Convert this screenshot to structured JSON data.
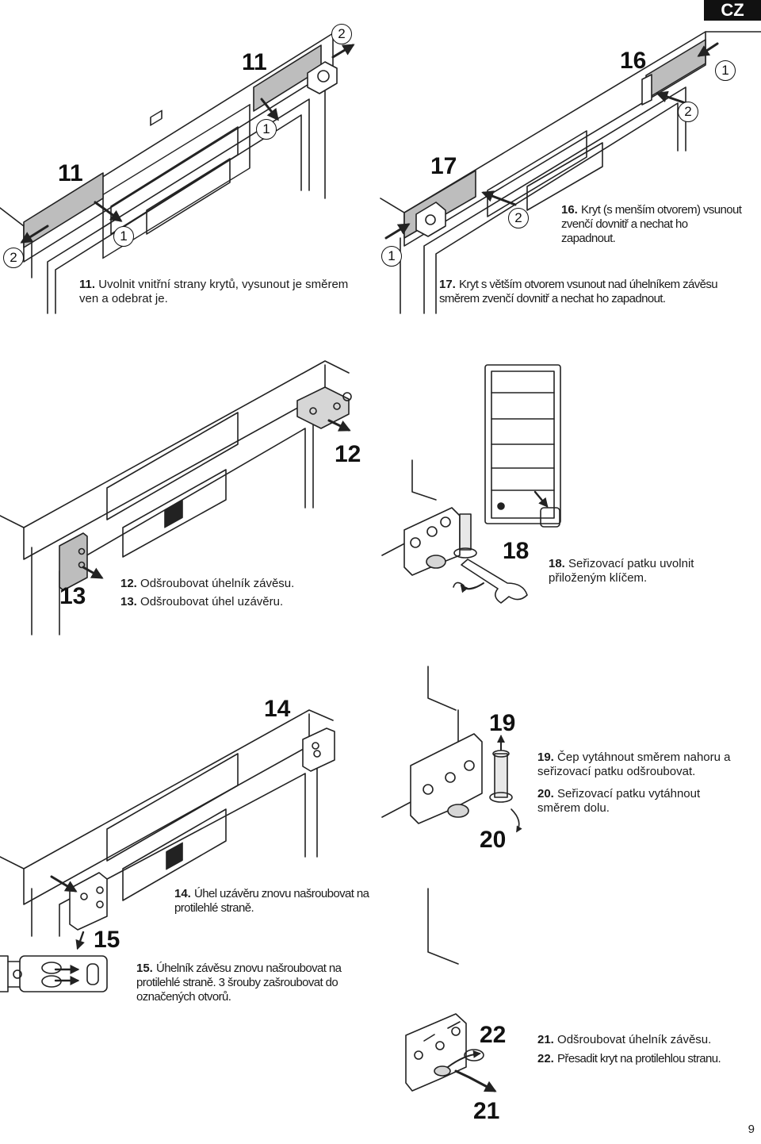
{
  "header": {
    "language_tag": "CZ"
  },
  "figure_numbers": {
    "f11a": "11",
    "f11b": "11",
    "f16": "16",
    "f17": "17",
    "f12": "12",
    "f13": "13",
    "f18": "18",
    "f14": "14",
    "f19": "19",
    "f20": "20",
    "f15": "15",
    "f22": "22",
    "f21": "21"
  },
  "step_markers": [
    "1",
    "2"
  ],
  "steps": {
    "s11": {
      "num": "11.",
      "text": "Uvolnit vnitřní strany krytů, vysunout je směrem ven a odebrat je."
    },
    "s16": {
      "num": "16.",
      "text": "Kryt (s menším otvorem) vsunout zvenčí dovnitř a nechat ho zapadnout."
    },
    "s17": {
      "num": "17.",
      "text": "Kryt s větším otvorem vsunout nad úhelníkem závěsu směrem zvenčí dovnitř a nechat ho zapadnout."
    },
    "s12": {
      "num": "12.",
      "text": "Odšroubovat úhelník závěsu."
    },
    "s13": {
      "num": "13.",
      "text": "Odšroubovat úhel uzávěru."
    },
    "s18": {
      "num": "18.",
      "text": "Seřizovací patku uvolnit přiloženým klíčem."
    },
    "s19": {
      "num": "19.",
      "text": "Čep vytáhnout směrem nahoru a seřizovací patku odšroubovat."
    },
    "s20": {
      "num": "20.",
      "text": "Seřizovací patku vytáhnout směrem dolu."
    },
    "s14": {
      "num": "14.",
      "text": "Úhel uzávěru znovu našroubovat na protilehlé straně."
    },
    "s15": {
      "num": "15.",
      "text": "Úhelník závěsu znovu našroubovat na protilehlé straně. 3 šrouby zašroubovat do označených otvorů."
    },
    "s21": {
      "num": "21.",
      "text": "Odšroubovat úhelník závěsu."
    },
    "s22": {
      "num": "22.",
      "text": "Přesadit kryt na protilehlou stranu."
    }
  },
  "footer": {
    "page_number": "9"
  }
}
